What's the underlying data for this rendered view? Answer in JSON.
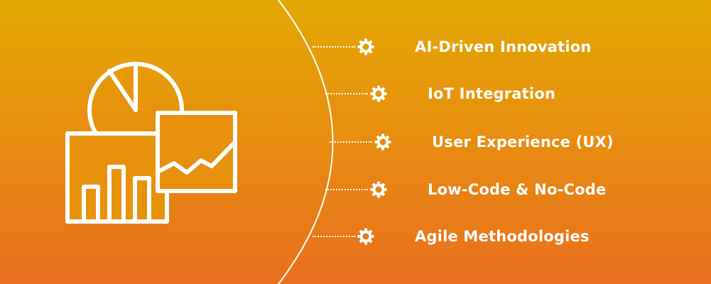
{
  "items": [
    {
      "label": "AI-Driven Innovation"
    },
    {
      "label": "IoT Integration"
    },
    {
      "label": "User Experience (UX)"
    },
    {
      "label": "Low-Code & No-Code"
    },
    {
      "label": "Agile Methodologies"
    }
  ],
  "icons": {
    "illustration": "analytics-dashboard-icon",
    "bullet": "gear-icon"
  },
  "colors": {
    "gradient_top": "#E2A700",
    "gradient_mid": "#E78E0B",
    "gradient_bottom": "#EA6D1C",
    "foreground": "#ffffff"
  }
}
